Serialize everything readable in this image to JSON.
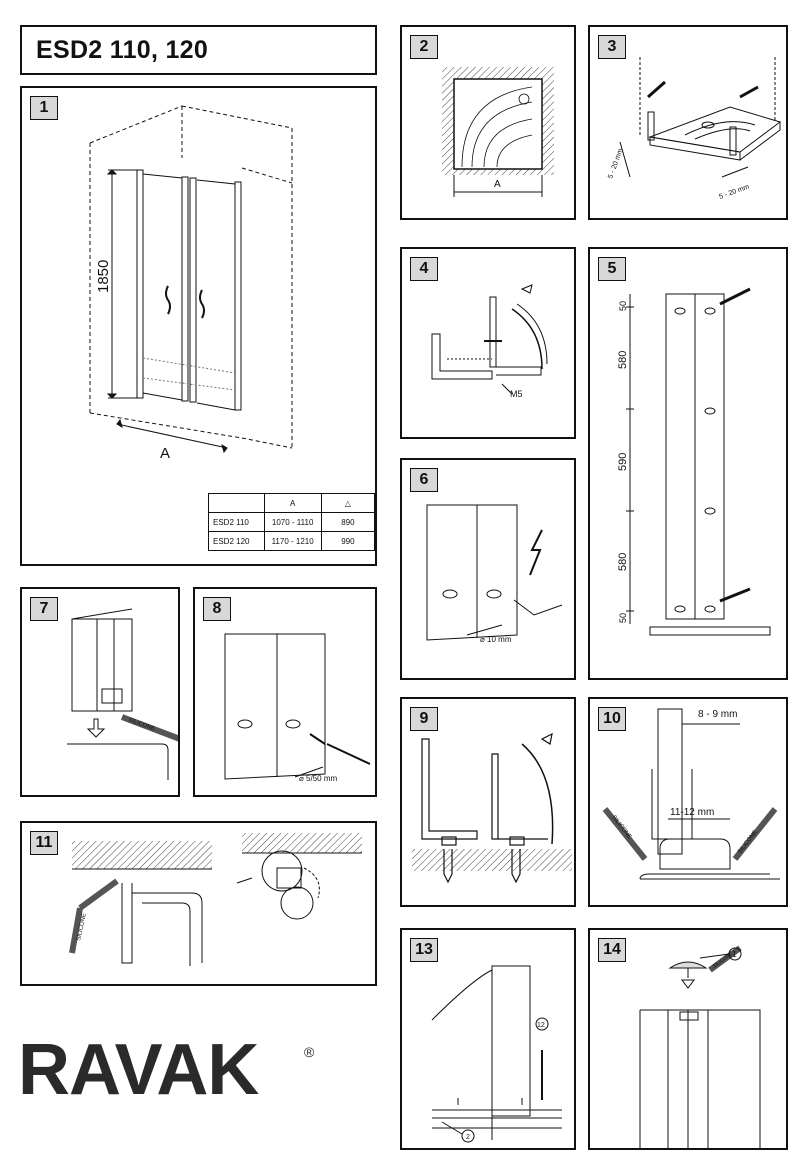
{
  "title": "ESD2 110, 120",
  "steps": {
    "s1": "1",
    "s2": "2",
    "s3": "3",
    "s4": "4",
    "s5": "5",
    "s6": "6",
    "s7": "7",
    "s8": "8",
    "s9": "9",
    "s10": "10",
    "s11": "11",
    "s13": "13",
    "s14": "14"
  },
  "step1": {
    "height_label": "1850",
    "width_label": "A"
  },
  "table": {
    "headers": [
      "",
      "A",
      "△"
    ],
    "rows": [
      [
        "ESD2 110",
        "1070 - 1110",
        "890"
      ],
      [
        "ESD2 120",
        "1170 - 1210",
        "990"
      ]
    ]
  },
  "step2": {
    "dim": "A"
  },
  "step3": {
    "dim_left": "5 - 20 mm",
    "dim_right": "5 - 20 mm"
  },
  "step4": {
    "screw": "M5"
  },
  "step5": {
    "d1": "50",
    "d2": "580",
    "d3": "590",
    "d4": "580",
    "d5": "50"
  },
  "step6": {
    "drill": "⌀ 10 mm"
  },
  "step7": {
    "silicone": "SILICONE"
  },
  "step8": {
    "screw": "⌀ 5/50 mm"
  },
  "step10": {
    "gap": "8 - 9 mm",
    "width": "11-12 mm",
    "silicone": "SILICONE"
  },
  "step11": {
    "silicone": "SILICONE"
  },
  "step13": {
    "part_a": "12",
    "part_b": "2"
  },
  "step14": {
    "part": "1",
    "silicone": "SILICONE"
  },
  "brand": {
    "name": "RAVAK",
    "mark": "®"
  }
}
